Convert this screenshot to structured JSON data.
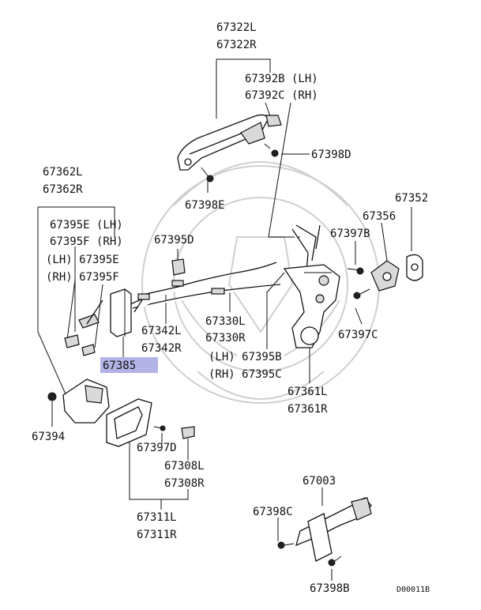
{
  "diagram": {
    "reference_code": "D00011B",
    "highlight_color": "#b3b3e6",
    "callouts": {
      "c67322": [
        "67322L",
        "67322R"
      ],
      "c67392": [
        "67392B (LH)",
        "67392C (RH)"
      ],
      "c67398D": "67398D",
      "c67362": [
        "67362L",
        "67362R"
      ],
      "c67398E": "67398E",
      "c67352": "67352",
      "c67356": "67356",
      "c67395EF": [
        "67395E (LH)",
        "67395F (RH)",
        "(LH) 67395E",
        "(RH) 67395F"
      ],
      "c67395D": "67395D",
      "c67397B": "67397B",
      "c67342": [
        "67342L",
        "67342R"
      ],
      "c67330": [
        "67330L",
        "67330R"
      ],
      "c67397C": "67397C",
      "c67385": "67385",
      "c67395BC": [
        "(LH) 67395B",
        "(RH) 67395C"
      ],
      "c67361": [
        "67361L",
        "67361R"
      ],
      "c67394": "67394",
      "c67397D": "67397D",
      "c67308": [
        "67308L",
        "67308R"
      ],
      "c67003": "67003",
      "c67398C": "67398C",
      "c67311": [
        "67311L",
        "67311R"
      ],
      "c67398B": "67398B"
    }
  }
}
